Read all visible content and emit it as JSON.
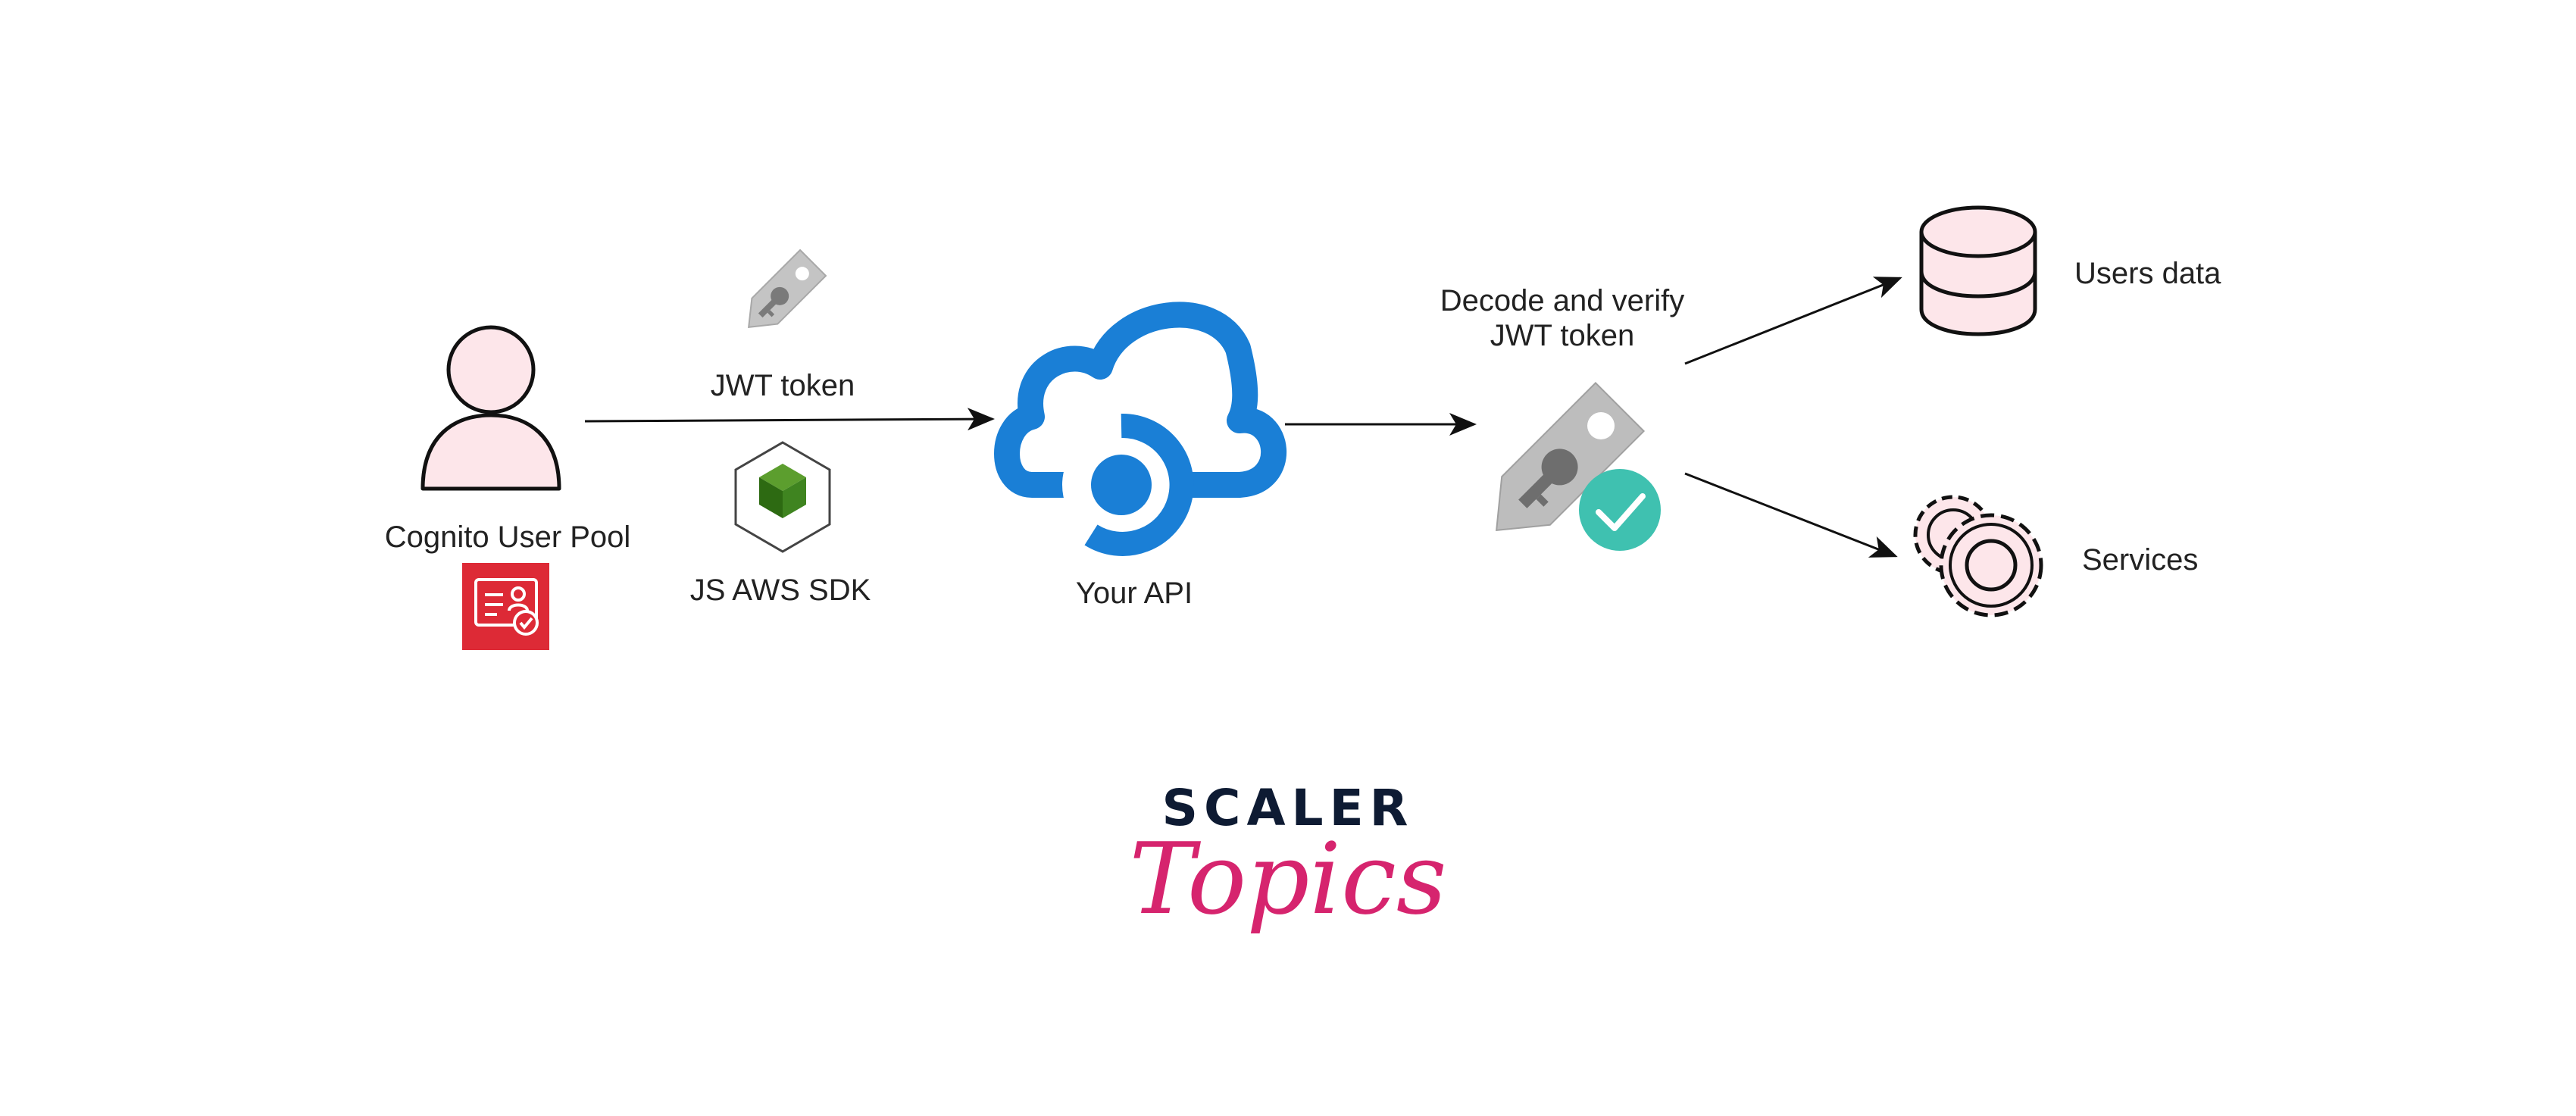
{
  "labels": {
    "cognito": "Cognito User Pool",
    "jwt_token": "JWT token",
    "sdk": "JS AWS SDK",
    "api": "Your API",
    "decode_line1": "Decode and verify",
    "decode_line2": "JWT token",
    "users_data": "Users data",
    "services": "Services"
  },
  "brand": {
    "top": "SCALER",
    "bottom": "Topics"
  },
  "colors": {
    "node_fill": "#fde6ea",
    "cognito_red": "#dd2a36",
    "cloud_blue": "#1a7fd6",
    "tag_gray": "#bdbdbd",
    "check_teal": "#3fc1b0",
    "sdk_green": "#3a7a1e",
    "brand_navy": "#0e1b33",
    "brand_pink": "#d6246e"
  },
  "icons": [
    "user-icon",
    "cognito-icon",
    "jwt-tag-icon",
    "sdk-cube-icon",
    "cloud-api-icon",
    "verify-tag-icon",
    "check-icon",
    "database-icon",
    "gears-icon"
  ]
}
